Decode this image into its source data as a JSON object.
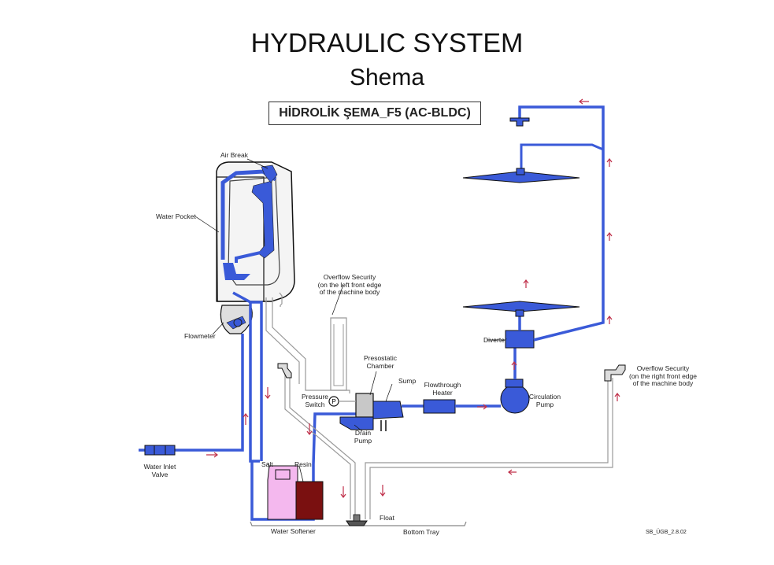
{
  "title": "HYDRAULIC SYSTEM",
  "subtitle": "Shema",
  "schema_label": "HİDROLİK ŞEMA_F5 (AC-BLDC)",
  "colors": {
    "water": "#3a5ad8",
    "tube": "#999999",
    "salt": "#f4b8ee",
    "resin": "#7a1010",
    "arrow": "#c0304a",
    "line": "#111111"
  },
  "labels": {
    "air_break": "Air Break",
    "water_pocket": "Water Pocket",
    "flowmeter": "Flowmeter",
    "water_inlet_valve_1": "Water Inlet",
    "water_inlet_valve_2": "Valve",
    "salt": "Salt",
    "resin": "Resin",
    "water_softener": "Water Softener",
    "overflow_left_1": "Overflow Security",
    "overflow_left_2": "(on the  left  front edge",
    "overflow_left_3": "of the machine body",
    "pressure_switch_1": "Pressure",
    "pressure_switch_2": "Switch",
    "presostatic_1": "Presostatic",
    "presostatic_2": "Chamber",
    "sump": "Sump",
    "drain_pump_1": "Drain",
    "drain_pump_2": "Pump",
    "flowthrough_1": "Flowthrough",
    "flowthrough_2": "Heater",
    "circulation_1": "Circulation",
    "circulation_2": "Pump",
    "diverter": "Diverter",
    "overflow_right_1": "Overflow Security",
    "overflow_right_2": "(on the right front edge",
    "overflow_right_3": "of the machine body",
    "float": "Float",
    "bottom_tray": "Bottom Tray",
    "pressure_symbol": "P",
    "doc_code": "SB_ÜGB_2.8.02"
  }
}
